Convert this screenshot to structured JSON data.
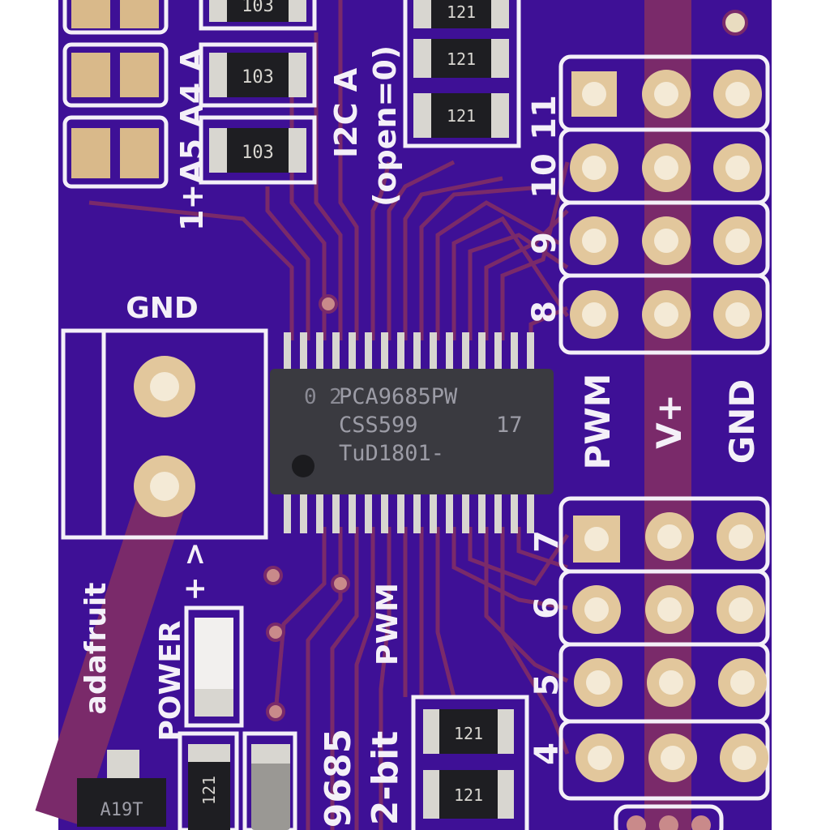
{
  "board": {
    "colors": {
      "solder_mask": "#3e1096",
      "solder_mask_dark": "#2f0a78",
      "trace": "#7a2a6a",
      "pad_gold": "#d9b98a",
      "pad_silver": "#d8d6d0",
      "silkscreen": "#f4f0f8",
      "chip_body": "#3a3a40"
    },
    "silkscreen": {
      "gnd_terminal": "GND",
      "power_label": "POWER",
      "power_polarity": "+ >",
      "brand": "adafruit",
      "pwm_mid": "PWM",
      "model_fragment": "9685",
      "bit_fragment": "2-bit",
      "i2c_label": "I2C A",
      "open_label": "(open=0)",
      "addr_label": "1+A5 A4 A",
      "header_cols": [
        "PWM",
        "V+",
        "GND"
      ],
      "channels_top": [
        "11",
        "10",
        "9",
        "8"
      ],
      "channels_bottom": [
        "7",
        "6",
        "5",
        "4"
      ]
    },
    "chip": {
      "line1": "PCA9685PW",
      "line2": "CSS599",
      "line2_right": "17",
      "line3": "TuD1801-",
      "logo_mark": "0 2"
    },
    "resistor_markings": {
      "addr": [
        "103",
        "103",
        "103"
      ],
      "pullup": [
        "121",
        "121",
        "121"
      ],
      "bottom": [
        "121",
        "121"
      ],
      "left_bottom": "121"
    },
    "transistor_marking": "A19T"
  }
}
